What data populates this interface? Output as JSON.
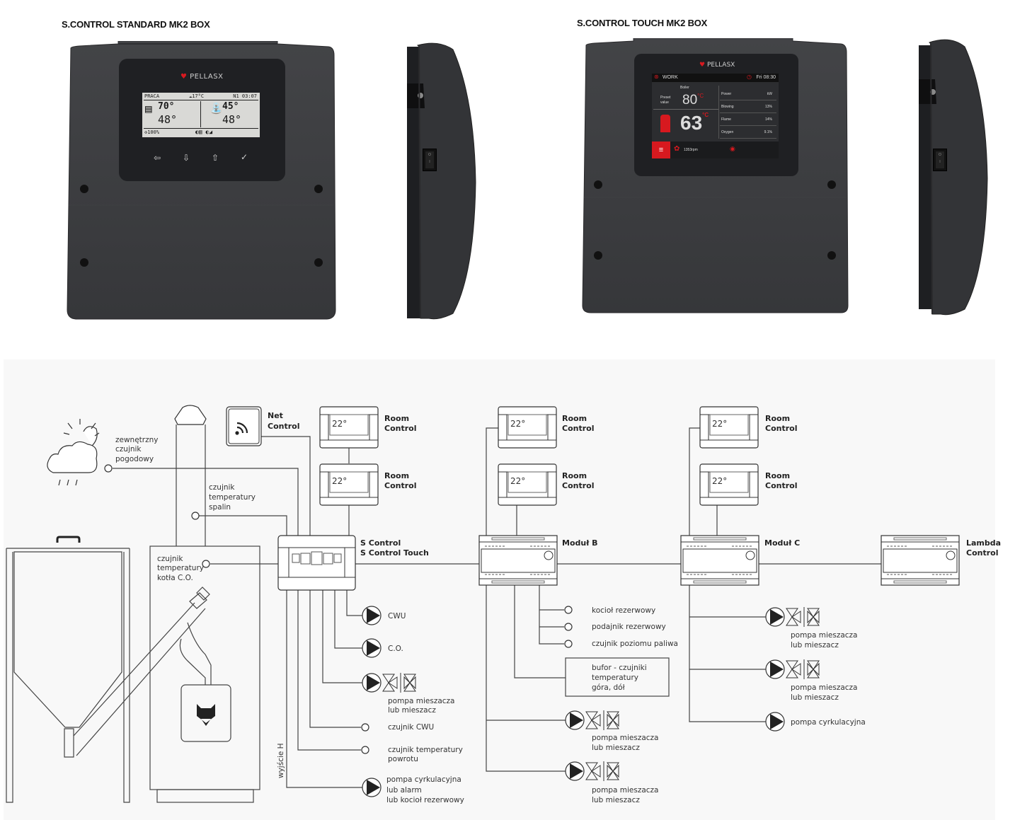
{
  "titles": {
    "standard": "S.CONTROL STANDARD MK2 BOX",
    "touch": "S.CONTROL TOUCH MK2 BOX"
  },
  "brand": "PELLASX",
  "colors": {
    "housing": "#3a3b3e",
    "panel": "#1c1d20",
    "lcd": "#d9d9d6",
    "accent": "#d7191f",
    "line": "#444444"
  },
  "standard_lcd": {
    "status": "PRACA",
    "weather_temp": "17°C",
    "clock": "N1 03:07",
    "boiler_set": "70°",
    "boiler_actual": "48°",
    "dhw_set": "45°",
    "dhw_actual": "48°",
    "fan": "100%",
    "buttons": [
      "back",
      "down",
      "up",
      "confirm"
    ]
  },
  "touch_screen": {
    "status": "WORK",
    "clock": "Fri 08:30",
    "section": "Boiler",
    "preset_label": "Preset value",
    "preset_value": "80",
    "actual_value": "63",
    "unit": "°C",
    "rows": [
      {
        "label": "Power",
        "value": "kW"
      },
      {
        "label": "Blowing",
        "value": "13%"
      },
      {
        "label": "Flame",
        "value": "14%"
      },
      {
        "label": "Oxygen",
        "value": "9.1%"
      }
    ],
    "fan_speed": "1353rpm"
  },
  "switch": {
    "off": "O",
    "on": "I"
  },
  "diagram": {
    "weather_sensor": [
      "zewnętrzny",
      "czujnik",
      "pogodowy"
    ],
    "flue_sensor": [
      "czujnik",
      "temperatury",
      "spalin"
    ],
    "boiler_sensor": [
      "czujnik",
      "temperatury",
      "kotła C.O."
    ],
    "net_control": [
      "Net",
      "Control"
    ],
    "room_control": [
      "Room",
      "Control"
    ],
    "room_temp": "22°",
    "s_control": [
      "S Control",
      "S Control Touch"
    ],
    "module_b": "Moduł B",
    "module_c": "Moduł C",
    "lambda": [
      "Lambda",
      "Control"
    ],
    "output_h": "wyjście H",
    "s_outputs": {
      "cwu": "CWU",
      "co": "C.O.",
      "mixer": [
        "pompa mieszacza",
        "lub mieszacz"
      ],
      "cwu_sensor": "czujnik CWU",
      "return_sensor": [
        "czujnik temperatury",
        "powrotu"
      ],
      "circ": [
        "pompa cyrkulacyjna",
        "lub alarm",
        "lub kocioł rezerwowy"
      ]
    },
    "b_outputs": {
      "backup_boiler": "kocioł rezerwowy",
      "backup_feeder": "podajnik rezerwowy",
      "fuel_sensor": "czujnik poziomu paliwa",
      "buffer": [
        "bufor - czujniki",
        "temperatury",
        "góra, dół"
      ],
      "mixer": [
        "pompa mieszacza",
        "lub mieszacz"
      ]
    },
    "c_outputs": {
      "mixer": [
        "pompa mieszacza",
        "lub mieszacz"
      ],
      "circ": "pompa cyrkulacyjna"
    }
  }
}
